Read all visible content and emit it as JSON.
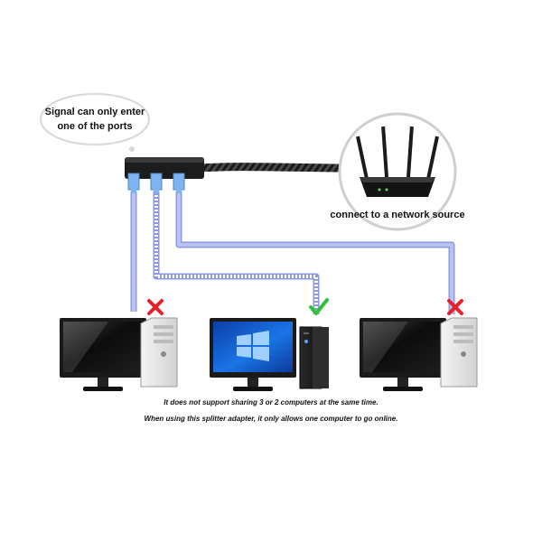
{
  "callout": {
    "line1": "Signal can only enter",
    "line2": "one of the ports"
  },
  "router": {
    "label": "connect to a network source"
  },
  "computers": [
    {
      "id": "left",
      "status": "not-allowed",
      "status_icon": "red-x-icon"
    },
    {
      "id": "center",
      "status": "online",
      "status_icon": "green-check-icon"
    },
    {
      "id": "right",
      "status": "not-allowed",
      "status_icon": "red-x-icon"
    }
  ],
  "captions": {
    "line1": "It does not support sharing 3 or 2 computers at the same time.",
    "line2": "When using this splitter adapter, it only allows one computer to go online."
  },
  "colors": {
    "cable": "#a9b4ec",
    "cable_edge": "#8e9ae0",
    "connector": "#7fb4f0",
    "check": "#2fc13a",
    "cross": "#e8202a",
    "screen_blue": "#1565d8"
  }
}
